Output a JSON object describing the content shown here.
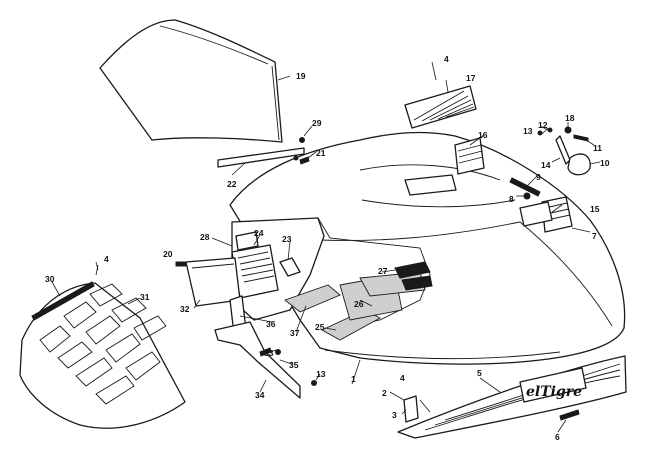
{
  "callouts": [
    "1",
    "2",
    "3",
    "4",
    "4",
    "4",
    "5",
    "6",
    "7",
    "8",
    "9",
    "10",
    "11",
    "12",
    "13",
    "13",
    "14",
    "15",
    "16",
    "17",
    "18",
    "19",
    "20",
    "21",
    "22",
    "23",
    "24",
    "25",
    "26",
    "27",
    "28",
    "29",
    "30",
    "31",
    "32",
    "33",
    "34",
    "35",
    "36",
    "37"
  ],
  "logo": "elTigre"
}
